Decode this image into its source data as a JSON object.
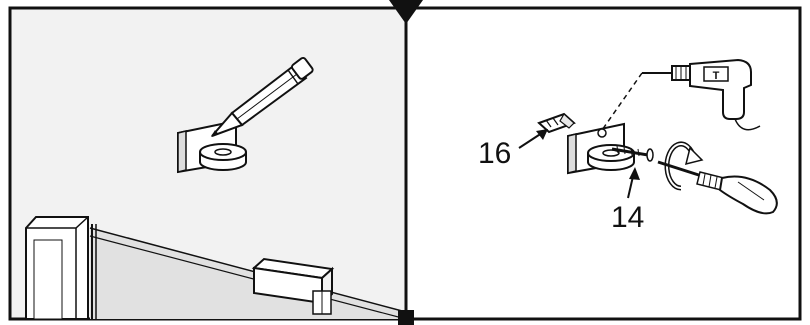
{
  "diagram": {
    "callouts": [
      {
        "id": "wall-plug",
        "label": "16"
      },
      {
        "id": "screw",
        "label": "14"
      }
    ],
    "colors": {
      "background": "#ffffff",
      "stroke": "#111111",
      "panel_bg": "#f2f2f2",
      "glass": "#e1e1e1",
      "wall_mark": "#d6d6d6"
    }
  }
}
